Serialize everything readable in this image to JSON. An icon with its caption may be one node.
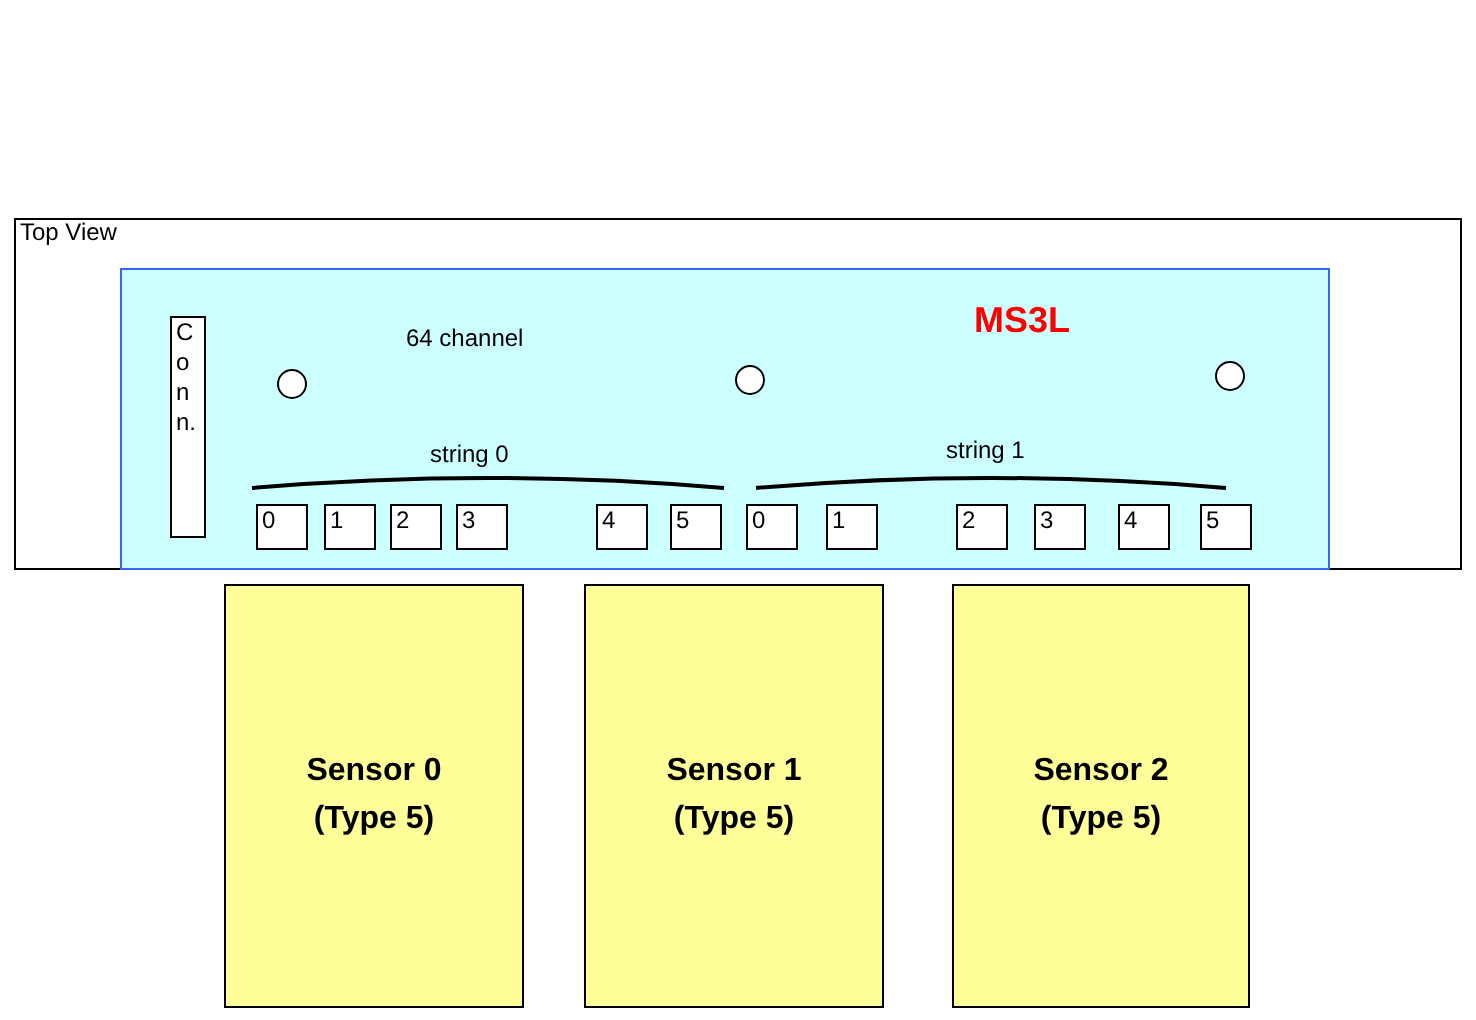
{
  "diagram": {
    "nodes": [
      {
        "text": [
          "Top View"
        ]
      },
      {
        "text": [
          "64 channel",
          "MS3L"
        ],
        "in": 0
      },
      {
        "text": [
          "Conn."
        ],
        "in": 1
      },
      {
        "text": [
          "0"
        ],
        "in": 1
      },
      {
        "text": [
          "1"
        ],
        "in": 1
      },
      {
        "text": [
          "2"
        ],
        "in": 1
      },
      {
        "text": [
          "3"
        ],
        "in": 1
      },
      {
        "text": [
          "4"
        ],
        "in": 1
      },
      {
        "text": [
          "5"
        ],
        "in": 1
      },
      {
        "text": [
          "0"
        ],
        "in": 1
      },
      {
        "text": [
          "1"
        ],
        "in": 1
      },
      {
        "text": [
          "2"
        ],
        "in": 1
      },
      {
        "text": [
          "3"
        ],
        "in": 1
      },
      {
        "text": [
          "4"
        ],
        "in": 1
      },
      {
        "text": [
          "5"
        ],
        "in": 1
      },
      {
        "text": [
          "Sensor 0 (Type 5)"
        ]
      },
      {
        "text": [
          "Sensor 1 (Type 5)"
        ]
      },
      {
        "text": [
          "Sensor 2 (Type 5)"
        ]
      }
    ],
    "edges": [],
    "labels": [
      "string 0",
      "string 1"
    ]
  }
}
